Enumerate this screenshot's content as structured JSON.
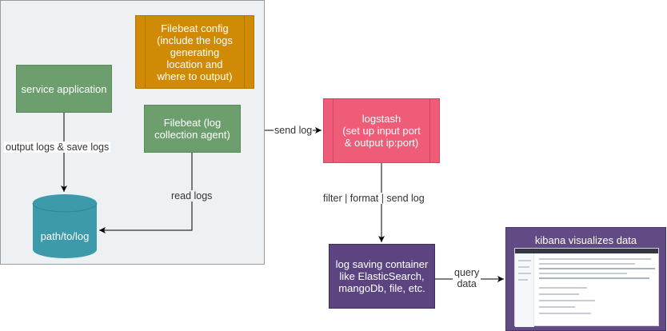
{
  "nodes": {
    "filebeat_config": "Filebeat config\n(include the logs\ngenerating\nlocation and\nwhere to output)",
    "service_application": "service application",
    "filebeat_agent": "Filebeat (log\ncollection agent)",
    "log_path": "path/to/log",
    "logstash": "logstash\n(set up input port\n& output ip:port)",
    "log_container": "log saving container\nlike ElasticSearch,\nmangoDb, file, etc.",
    "kibana": "kibana visualizes data"
  },
  "edges": {
    "output_logs": "output logs & save logs",
    "read_logs": "read logs",
    "send_log": "send log",
    "filter_send": "filter | format | send log",
    "query_data": "query\ndata"
  },
  "colors": {
    "group_bg": "#eef1f4",
    "config": "#d08a06",
    "service": "#6c9e6e",
    "database": "#3d9aaa",
    "logstash": "#ef5c78",
    "container": "#5b4480",
    "kibana": "#624a85"
  }
}
